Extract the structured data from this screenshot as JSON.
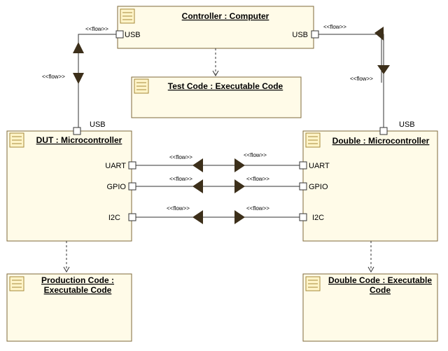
{
  "nodes": {
    "controller": {
      "title": "Controller : Computer",
      "port_left": "USB",
      "port_right": "USB"
    },
    "test_code": {
      "title": "Test Code : Executable Code"
    },
    "dut": {
      "title": "DUT : Microcontroller",
      "port_top": "USB",
      "ports": [
        "UART",
        "GPIO",
        "I2C"
      ]
    },
    "double": {
      "title": "Double : Microcontroller",
      "port_top": "USB",
      "ports": [
        "UART",
        "GPIO",
        "I2C"
      ]
    },
    "production_code": {
      "title_line1": "Production Code :",
      "title_line2": "Executable Code"
    },
    "double_code": {
      "title_line1": "Double Code : Executable",
      "title_line2": "Code"
    }
  },
  "flow_label": "<<flow>>",
  "flows": {
    "usb_left_top": "<<flow>>",
    "usb_left_mid": "<<flow>>",
    "usb_right_top": "<<flow>>",
    "usb_right_mid": "<<flow>>",
    "uart_left": "<<flow>>",
    "uart_right": "<<flow>>",
    "gpio_left": "<<flow>>",
    "gpio_right": "<<flow>>",
    "i2c_left": "<<flow>>",
    "i2c_right": "<<flow>>"
  },
  "colors": {
    "box_fill": "#fffbe8",
    "box_stroke": "#7f6a3a",
    "arrow": "#3c2f1a"
  }
}
